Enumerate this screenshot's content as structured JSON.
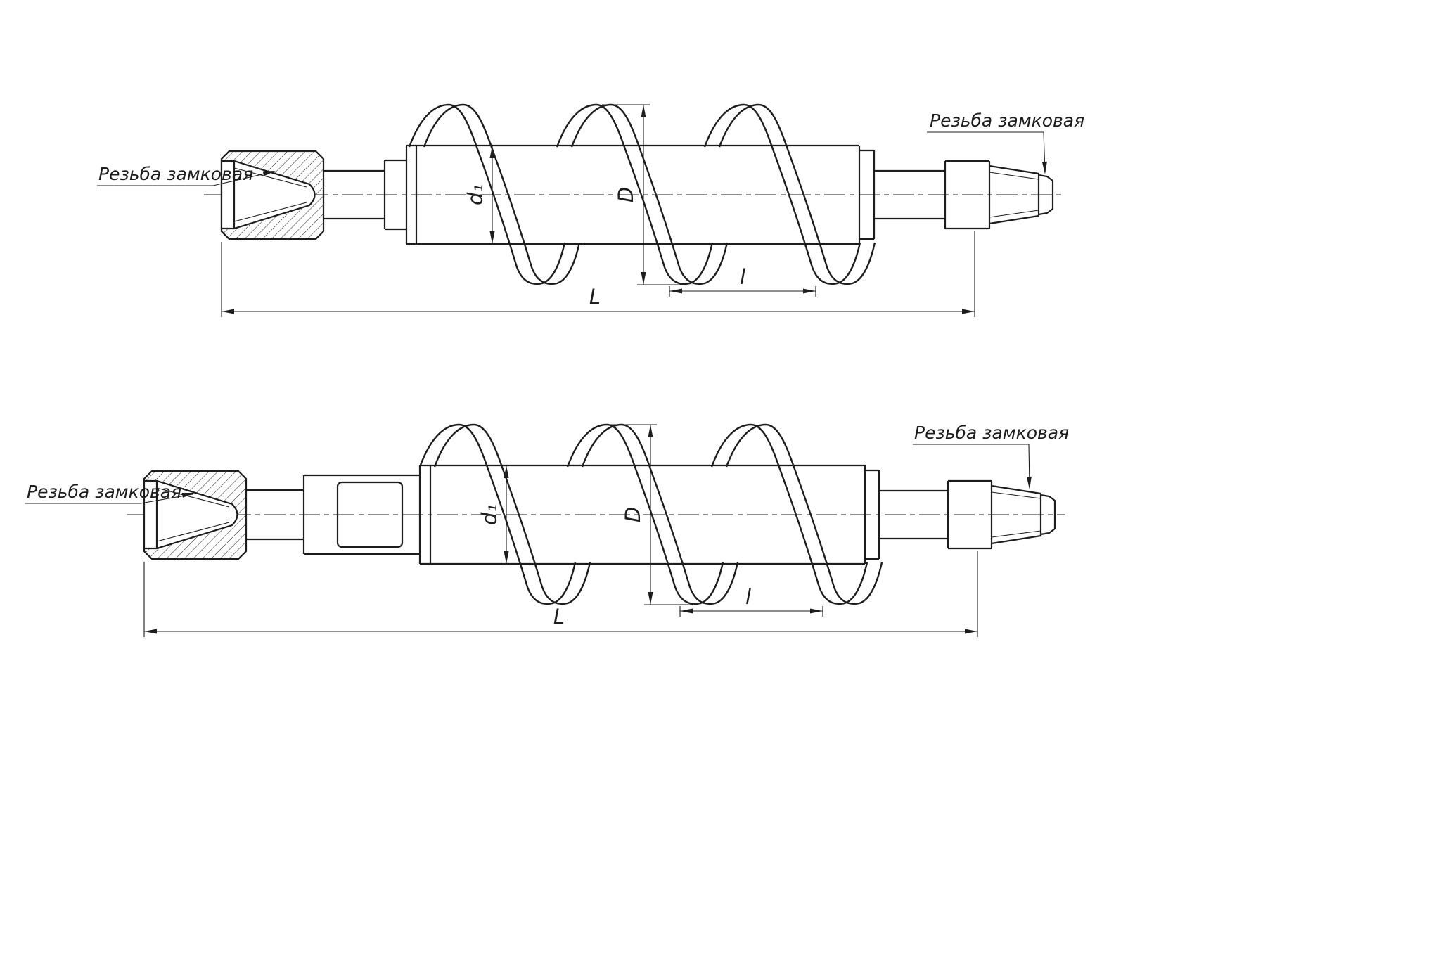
{
  "page": {
    "background": "#ffffff",
    "line_color": "#1d1d1d"
  },
  "views": [
    {
      "name": "upper-auger-view",
      "labels": {
        "lock_thread_left": "Резьба замковая",
        "lock_thread_right": "Резьба замковая",
        "shaft_diameter": "d₁",
        "flight_diameter": "D",
        "flight_pitch": "l",
        "total_length": "L"
      }
    },
    {
      "name": "lower-auger-view",
      "labels": {
        "lock_thread_left": "Резьба замковая",
        "lock_thread_right": "Резьба замковая",
        "shaft_diameter": "d₁",
        "flight_diameter": "D",
        "flight_pitch": "l",
        "total_length": "L"
      }
    }
  ]
}
